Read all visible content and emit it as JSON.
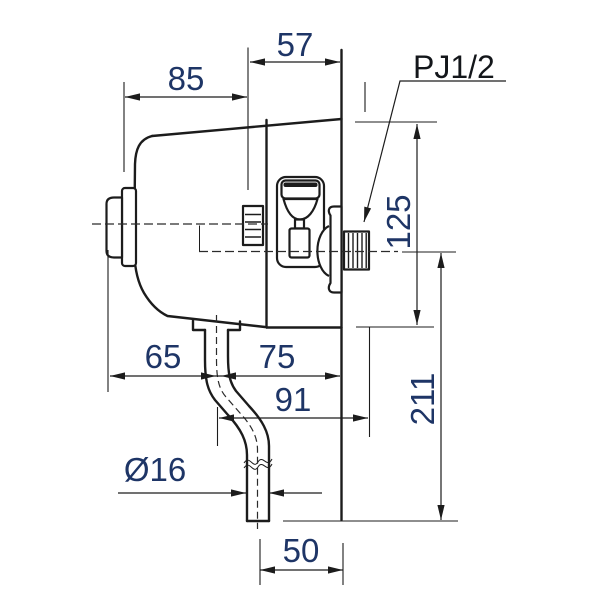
{
  "colors": {
    "background": "#ffffff",
    "line": "#1c1c1c",
    "dim_text": "#1e3566",
    "thread_text": "#13161a"
  },
  "labels": {
    "thread": "PJ1/2"
  },
  "dims": {
    "d57": "57",
    "d85": "85",
    "d65": "65",
    "d75": "75",
    "d91": "91",
    "d125": "125",
    "d211": "211",
    "d50": "50",
    "d16": "Ø16"
  },
  "dimensions_info": [
    {
      "id": "d57",
      "label": "57",
      "orientation": "horizontal"
    },
    {
      "id": "d85",
      "label": "85",
      "orientation": "horizontal"
    },
    {
      "id": "d65",
      "label": "65",
      "orientation": "horizontal"
    },
    {
      "id": "d75",
      "label": "75",
      "orientation": "horizontal"
    },
    {
      "id": "d91",
      "label": "91",
      "orientation": "horizontal"
    },
    {
      "id": "d125",
      "label": "125",
      "orientation": "vertical"
    },
    {
      "id": "d211",
      "label": "211",
      "orientation": "vertical"
    },
    {
      "id": "d50",
      "label": "50",
      "orientation": "horizontal"
    },
    {
      "id": "d16",
      "label": "Ø16",
      "orientation": "horizontal"
    },
    {
      "id": "thread",
      "label": "PJ1/2",
      "orientation": "leader-callout"
    }
  ]
}
